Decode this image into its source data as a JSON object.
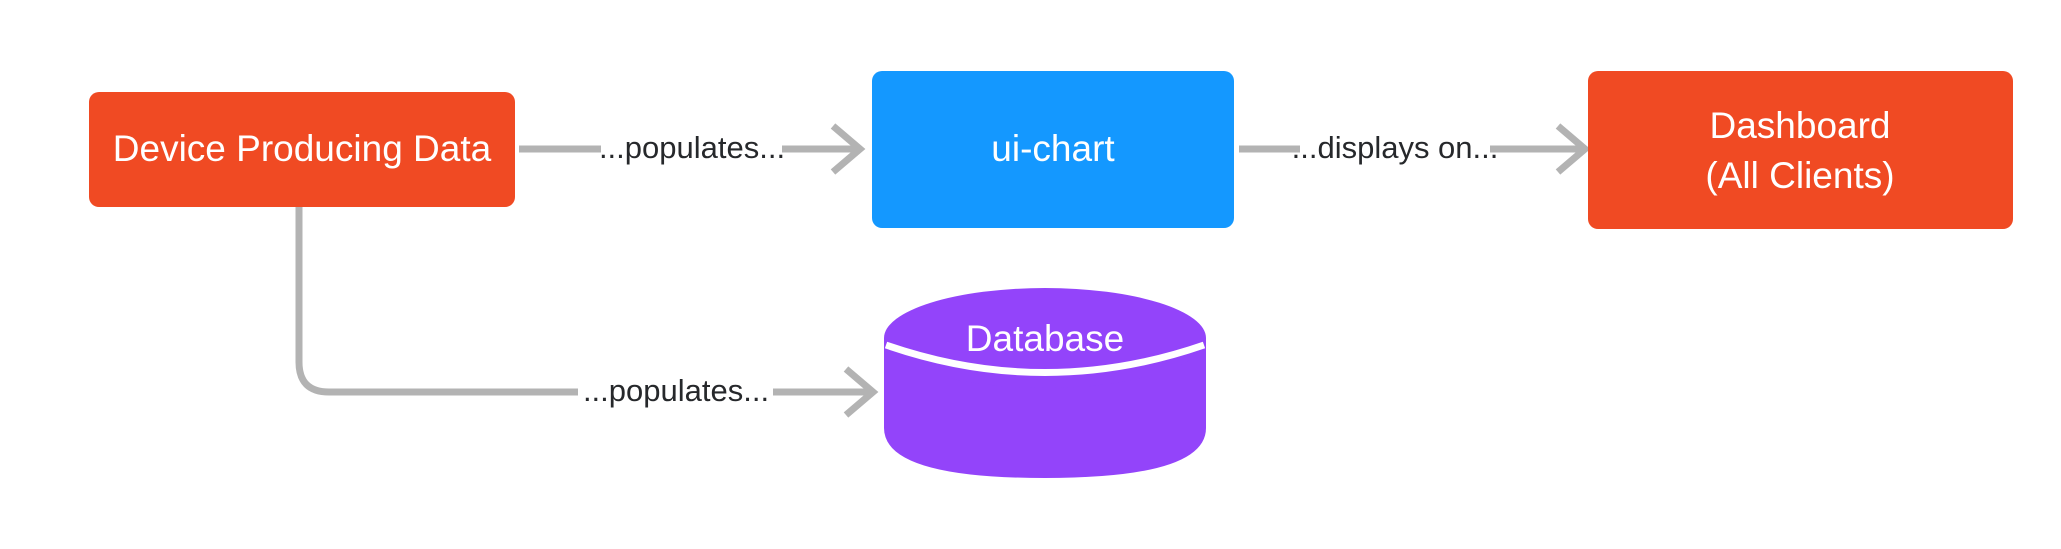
{
  "diagram": {
    "background_color": "#ffffff",
    "nodes": [
      {
        "id": "device",
        "label": "Device Producing Data",
        "shape": "rounded-rectangle",
        "color": "#f04a23",
        "text_color": "#ffffff"
      },
      {
        "id": "ui-chart",
        "label": "ui-chart",
        "shape": "rounded-rectangle",
        "color": "#1498ff",
        "text_color": "#ffffff"
      },
      {
        "id": "dashboard",
        "label_line1": "Dashboard",
        "label_line2": "(All Clients)",
        "shape": "rounded-rectangle",
        "color": "#f04a23",
        "text_color": "#ffffff"
      },
      {
        "id": "database",
        "label": "Database",
        "shape": "cylinder",
        "color": "#9344fa",
        "text_color": "#ffffff"
      }
    ],
    "edges": [
      {
        "id": "device-to-uichart",
        "from": "device",
        "to": "ui-chart",
        "label": "...populates...",
        "color": "#b3b3b3",
        "style": "straight"
      },
      {
        "id": "uichart-to-dashboard",
        "from": "ui-chart",
        "to": "dashboard",
        "label": "...displays on...",
        "color": "#b3b3b3",
        "style": "straight"
      },
      {
        "id": "device-to-database",
        "from": "device",
        "to": "database",
        "label": "...populates...",
        "color": "#b3b3b3",
        "style": "elbow"
      }
    ]
  }
}
